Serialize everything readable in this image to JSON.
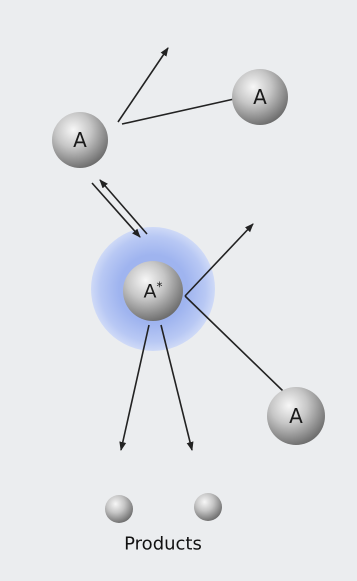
{
  "diagram": {
    "molecule_label": "A",
    "activated_label": "A*",
    "products_label": "Products",
    "colors": {
      "background": "#ebedef",
      "sphere_light": "#f4f4f4",
      "sphere_dark": "#7d7d7d",
      "halo": "#aebff2",
      "halo_edge": "#c7d3f6",
      "arrow": "#222222"
    }
  }
}
